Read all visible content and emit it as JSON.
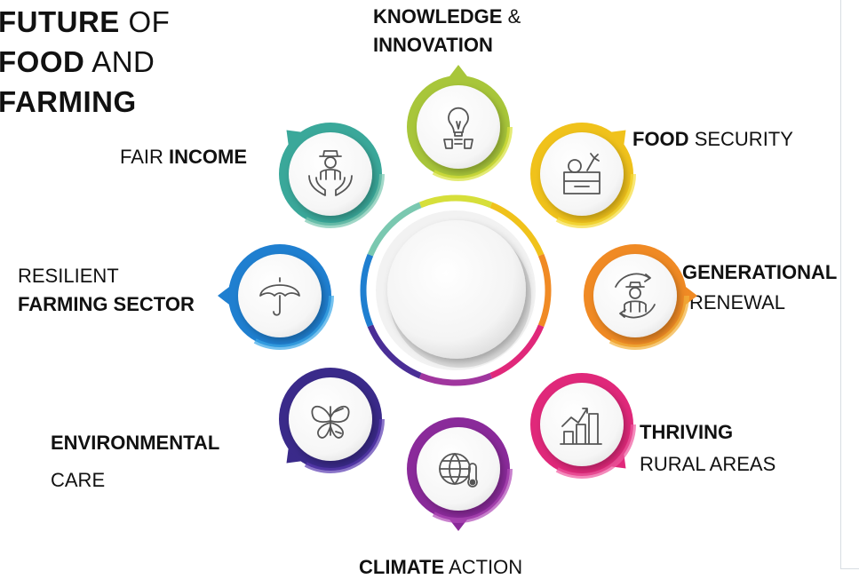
{
  "title": {
    "line1_bold": "FUTURE",
    "line1_rest": "OF",
    "line2_bold": "FOOD",
    "line2_rest": "AND",
    "line3_bold": "FARMING"
  },
  "labels": {
    "knowledge": {
      "bold": "KNOWLEDGE",
      "amp": "&",
      "line2": "INNOVATION"
    },
    "food_security": {
      "bold": "FOOD",
      "rest": "SECURITY"
    },
    "fair_income": {
      "rest": "FAIR",
      "bold": "INCOME"
    },
    "generational": {
      "bold": "GENERATIONAL",
      "line2": "RENEWAL"
    },
    "resilient": {
      "line1": "RESILIENT",
      "bold": "FARMING SECTOR"
    },
    "thriving": {
      "bold": "THRIVING",
      "line2": "RURAL AREAS"
    },
    "environmental": {
      "bold": "ENVIRONMENTAL",
      "line2": "CARE"
    },
    "climate": {
      "bold": "CLIMATE",
      "rest": "ACTION"
    }
  },
  "nodes": [
    {
      "id": "knowledge",
      "icon": "lightbulb-icon",
      "color": "#a8c63a",
      "color2": "#d9e23a"
    },
    {
      "id": "food-security",
      "icon": "vegetable-crate-icon",
      "color": "#f0c21b",
      "color2": "#f6dd3a"
    },
    {
      "id": "generational",
      "icon": "farmer-cycle-icon",
      "color": "#f08a24",
      "color2": "#f4b23a"
    },
    {
      "id": "thriving",
      "icon": "growth-chart-icon",
      "color": "#e0287a",
      "color2": "#f05aa0"
    },
    {
      "id": "climate",
      "icon": "globe-thermometer-icon",
      "color": "#8a2a9a",
      "color2": "#b04ab8"
    },
    {
      "id": "environmental",
      "icon": "butterfly-leaf-icon",
      "color": "#3a2a8a",
      "color2": "#5a3ab0"
    },
    {
      "id": "resilient",
      "icon": "umbrella-icon",
      "color": "#1f7fd0",
      "color2": "#3aa8e8"
    },
    {
      "id": "fair-income",
      "icon": "farmer-hands-icon",
      "color": "#3aa89a",
      "color2": "#7ac8b0"
    }
  ]
}
